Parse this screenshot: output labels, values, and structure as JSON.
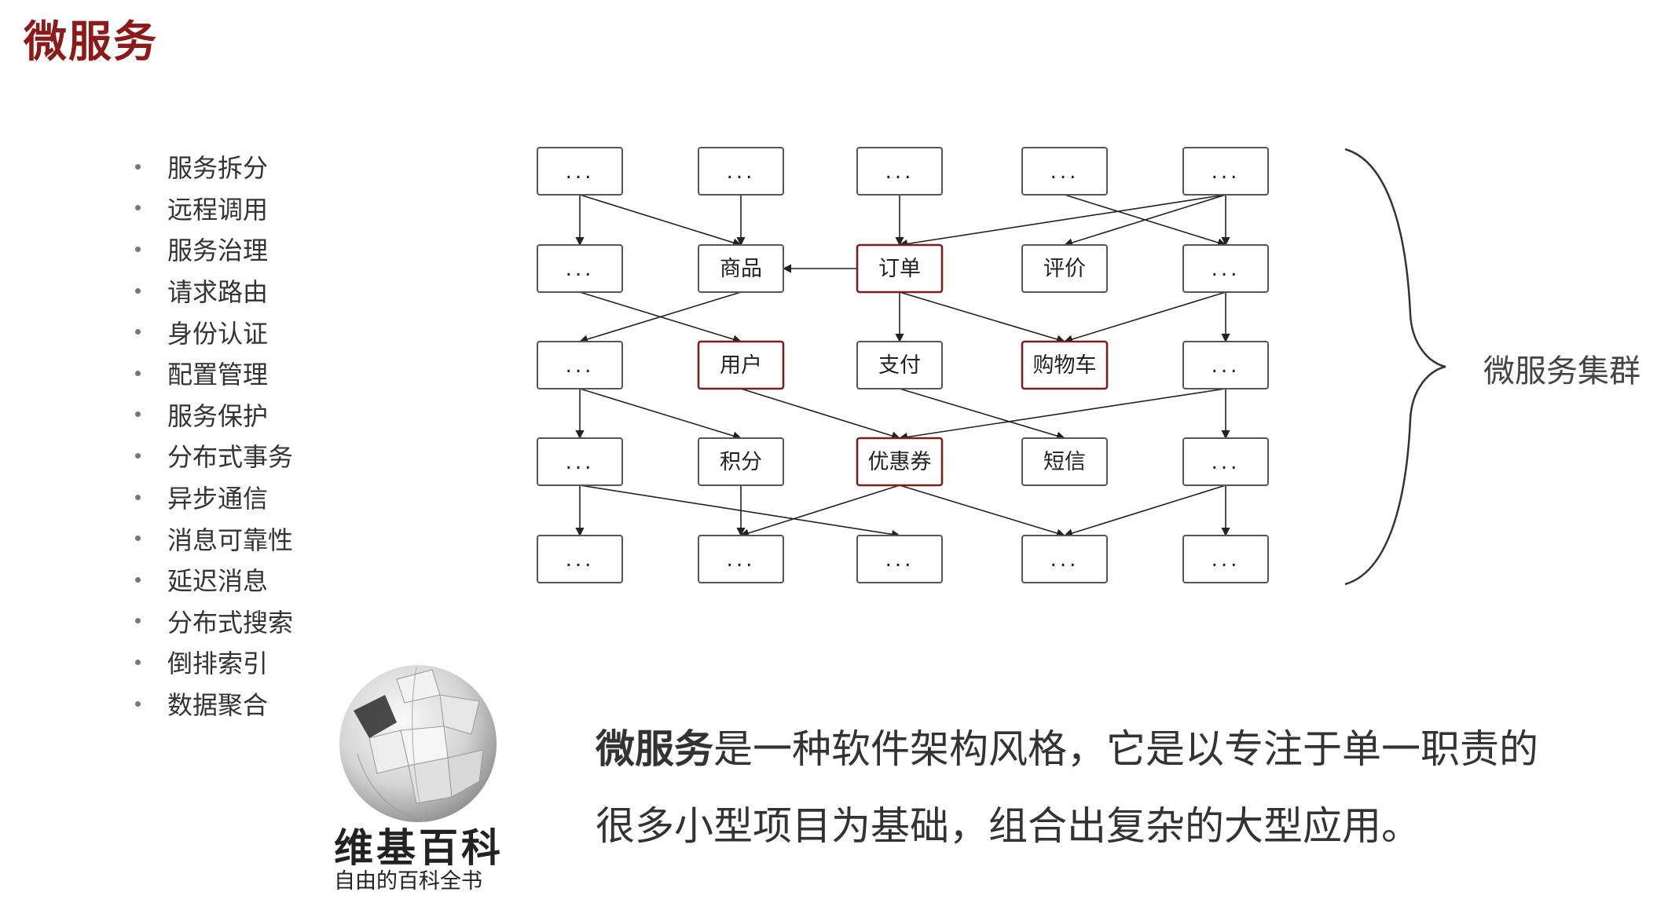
{
  "title": "微服务",
  "features": [
    "服务拆分",
    "远程调用",
    "服务治理",
    "请求路由",
    "身份认证",
    "配置管理",
    "服务保护",
    "分布式事务",
    "异步通信",
    "消息可靠性",
    "延迟消息",
    "分布式搜索",
    "倒排索引",
    "数据聚合"
  ],
  "diagram": {
    "placeholder": "...",
    "nodes": [
      {
        "id": "r0c0",
        "label": "...",
        "highlight": false
      },
      {
        "id": "r0c1",
        "label": "...",
        "highlight": false
      },
      {
        "id": "r0c2",
        "label": "...",
        "highlight": false
      },
      {
        "id": "r0c3",
        "label": "...",
        "highlight": false
      },
      {
        "id": "r0c4",
        "label": "...",
        "highlight": false
      },
      {
        "id": "r1c0",
        "label": "...",
        "highlight": false
      },
      {
        "id": "r1c1",
        "label": "商品",
        "highlight": false
      },
      {
        "id": "r1c2",
        "label": "订单",
        "highlight": true
      },
      {
        "id": "r1c3",
        "label": "评价",
        "highlight": false
      },
      {
        "id": "r1c4",
        "label": "...",
        "highlight": false
      },
      {
        "id": "r2c0",
        "label": "...",
        "highlight": false
      },
      {
        "id": "r2c1",
        "label": "用户",
        "highlight": true
      },
      {
        "id": "r2c2",
        "label": "支付",
        "highlight": false
      },
      {
        "id": "r2c3",
        "label": "购物车",
        "highlight": true
      },
      {
        "id": "r2c4",
        "label": "...",
        "highlight": false
      },
      {
        "id": "r3c0",
        "label": "...",
        "highlight": false
      },
      {
        "id": "r3c1",
        "label": "积分",
        "highlight": false
      },
      {
        "id": "r3c2",
        "label": "优惠券",
        "highlight": true
      },
      {
        "id": "r3c3",
        "label": "短信",
        "highlight": false
      },
      {
        "id": "r3c4",
        "label": "...",
        "highlight": false
      },
      {
        "id": "r4c0",
        "label": "...",
        "highlight": false
      },
      {
        "id": "r4c1",
        "label": "...",
        "highlight": false
      },
      {
        "id": "r4c2",
        "label": "...",
        "highlight": false
      },
      {
        "id": "r4c3",
        "label": "...",
        "highlight": false
      },
      {
        "id": "r4c4",
        "label": "...",
        "highlight": false
      }
    ],
    "edges": [
      [
        "r0c0",
        "r1c0"
      ],
      [
        "r0c0",
        "r1c1"
      ],
      [
        "r0c1",
        "r1c1"
      ],
      [
        "r0c2",
        "r1c2"
      ],
      [
        "r0c4",
        "r1c2"
      ],
      [
        "r0c4",
        "r1c3"
      ],
      [
        "r0c3",
        "r1c4"
      ],
      [
        "r0c4",
        "r1c4"
      ],
      [
        "r1c2",
        "r1c1"
      ],
      [
        "r1c0",
        "r2c1"
      ],
      [
        "r1c1",
        "r2c0"
      ],
      [
        "r1c2",
        "r2c2"
      ],
      [
        "r1c2",
        "r2c3"
      ],
      [
        "r1c4",
        "r2c3"
      ],
      [
        "r1c4",
        "r2c4"
      ],
      [
        "r2c0",
        "r3c0"
      ],
      [
        "r2c0",
        "r3c1"
      ],
      [
        "r2c1",
        "r3c2"
      ],
      [
        "r2c2",
        "r3c3"
      ],
      [
        "r2c4",
        "r3c2"
      ],
      [
        "r2c4",
        "r3c4"
      ],
      [
        "r3c0",
        "r4c0"
      ],
      [
        "r3c0",
        "r4c2"
      ],
      [
        "r3c1",
        "r4c1"
      ],
      [
        "r3c2",
        "r4c1"
      ],
      [
        "r3c2",
        "r4c3"
      ],
      [
        "r3c4",
        "r4c3"
      ],
      [
        "r3c4",
        "r4c4"
      ]
    ],
    "colors": {
      "box_border": "#555555",
      "highlight_border": "#7a1f1f",
      "arrow": "#222222"
    }
  },
  "cluster_label": "微服务集群",
  "wiki": {
    "name": "维基百科",
    "tagline": "自由的百科全书"
  },
  "definition": {
    "term": "微服务",
    "rest_line1": "是一种软件架构风格，它是以专注于单一职责的",
    "line2": "很多小型项目为基础，组合出复杂的大型应用。"
  },
  "colors": {
    "title": "#8b1a1a",
    "text": "#333333"
  }
}
